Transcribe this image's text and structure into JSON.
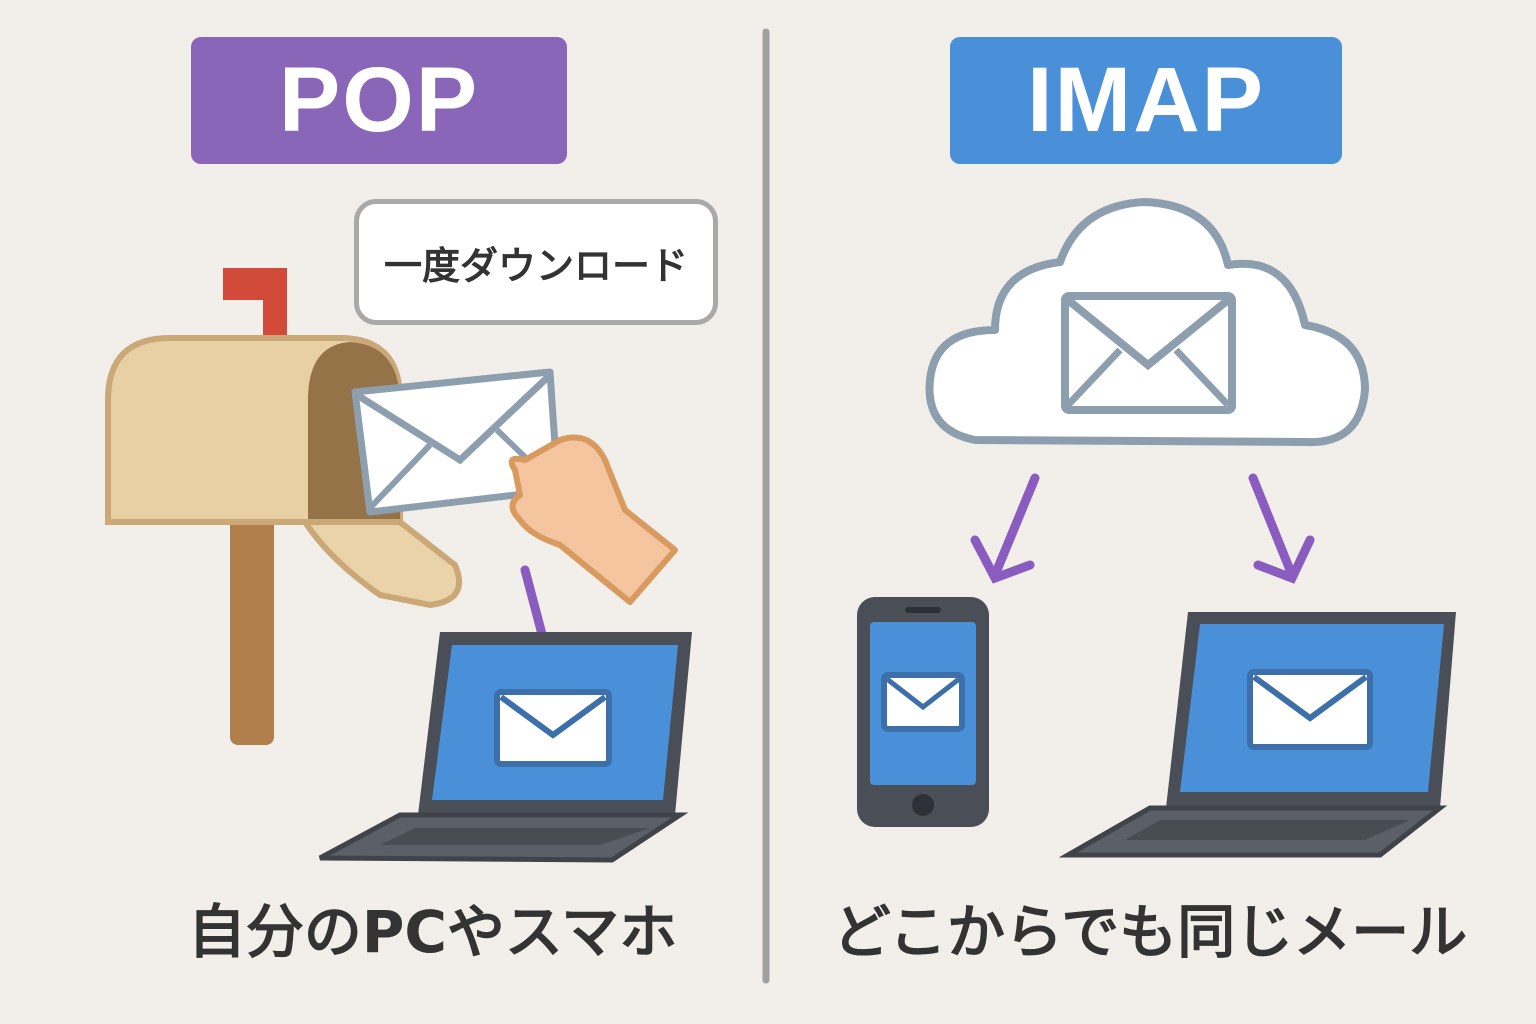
{
  "pop": {
    "title": "POP",
    "bubble": "一度ダウンロード",
    "caption": "自分のPCやスマホ"
  },
  "imap": {
    "title": "IMAP",
    "caption": "どこからでも同じメール"
  },
  "colors": {
    "background": "#f2efea",
    "pop": "#8a66b8",
    "imap": "#4a90d9",
    "arrow": "#8a5cc0",
    "divider": "#a0a0a0"
  }
}
